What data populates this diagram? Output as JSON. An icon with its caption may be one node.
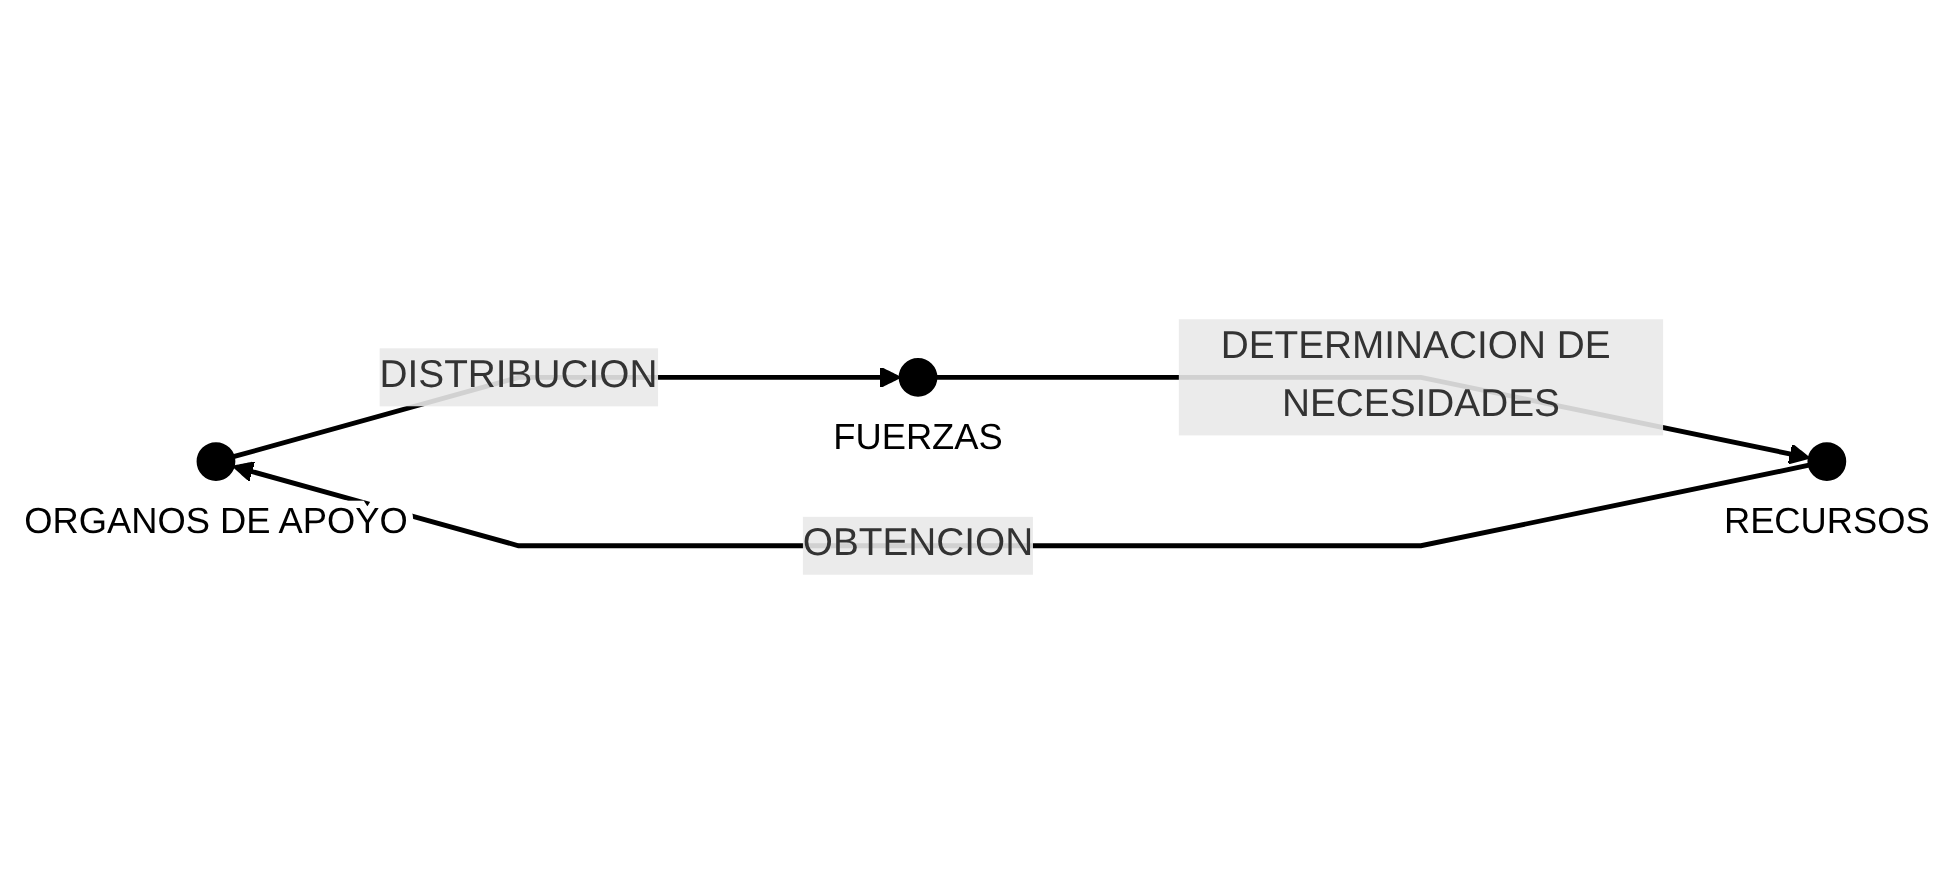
{
  "diagram": {
    "nodes": [
      {
        "text": [],
        "shape": "circle",
        "beside": [
          "ORGANOS DE APOYO"
        ]
      },
      {
        "text": [],
        "shape": "circle",
        "beside": [
          "RECURSOS"
        ]
      },
      {
        "text": [],
        "shape": "circle",
        "beside": [
          "FUERZAS"
        ]
      }
    ],
    "edges": [
      {
        "from": 1,
        "to": 0,
        "arrow": "to",
        "label": "OBTENCION"
      },
      {
        "from": 0,
        "to": 2,
        "arrow": "to",
        "label": "DISTRIBUCION"
      },
      {
        "from": 2,
        "to": 1,
        "arrow": "to",
        "label": "DETERMINACION DE NECESIDADES"
      }
    ]
  }
}
